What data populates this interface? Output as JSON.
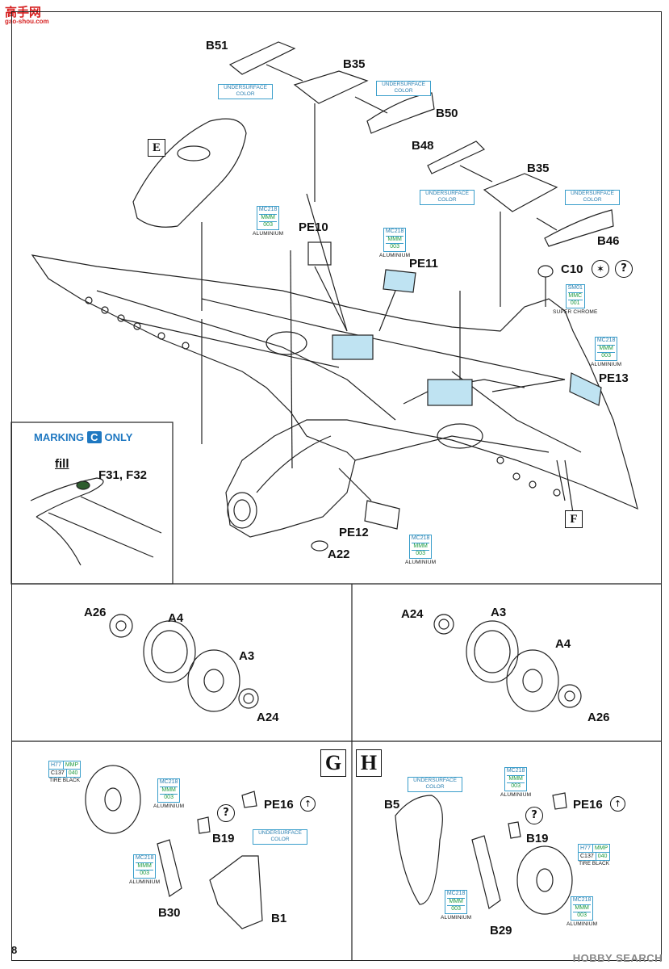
{
  "watermark": {
    "site_logo": "高手网",
    "site_url": "gao-shou.com",
    "hobby": "HOBBY SEARCH"
  },
  "page_number": "8",
  "sections": {
    "E": "E",
    "F": "F",
    "G": "G",
    "H": "H"
  },
  "marking": {
    "prefix": "MARKING",
    "letter": "C",
    "suffix": "ONLY"
  },
  "fill": {
    "label": "fill",
    "parts": "F31, F32"
  },
  "parts": {
    "B51": "B51",
    "B35a": "B35",
    "B50": "B50",
    "B48": "B48",
    "B35b": "B35",
    "B46": "B46",
    "PE10": "PE10",
    "PE11": "PE11",
    "C10": "C10",
    "PE13": "PE13",
    "PE12": "PE12",
    "A22": "A22",
    "w1_A26": "A26",
    "w1_A4": "A4",
    "w1_A3": "A3",
    "w1_A24": "A24",
    "w2_A24": "A24",
    "w2_A3": "A3",
    "w2_A4": "A4",
    "w2_A26": "A26",
    "g_PE16": "PE16",
    "g_B19": "B19",
    "g_B30": "B30",
    "g_B1": "B1",
    "h_B5": "B5",
    "h_PE16": "PE16",
    "h_B19": "B19",
    "h_B29": "B29"
  },
  "colors": {
    "undersurface": "UNDERSURFACE COLOR",
    "aluminium": {
      "code1": "MC218",
      "code2": "MMM",
      "code3": "003",
      "name": "ALUMINIUM"
    },
    "chrome": {
      "code1": "SM01",
      "code2": "MMC",
      "code3": "001",
      "name": "SUPER CHROME"
    },
    "tire": {
      "a": "H77",
      "b": "MMP",
      "c": "C137",
      "d": "040",
      "name": "TIRE BLACK"
    },
    "accent_blue": "#3a9ecb",
    "accent_green": "#1d9a3e"
  }
}
